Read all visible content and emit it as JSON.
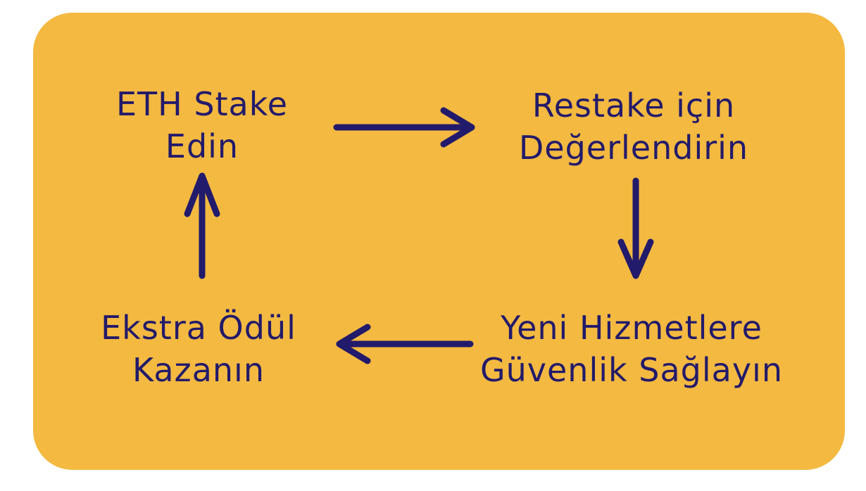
{
  "nodes": {
    "stake": {
      "line1": "ETH Stake",
      "line2": "Edin"
    },
    "restake": {
      "line1": "Restake için",
      "line2": "Değerlendirin"
    },
    "security": {
      "line1": "Yeni Hizmetlere",
      "line2": "Güvenlik Sağlayın"
    },
    "reward": {
      "line1": "Ekstra Ödül",
      "line2": "Kazanın"
    }
  },
  "colors": {
    "background": "#f3b940",
    "ink": "#221a6b"
  },
  "arrows": [
    {
      "from": "stake",
      "to": "restake",
      "direction": "right"
    },
    {
      "from": "restake",
      "to": "security",
      "direction": "down"
    },
    {
      "from": "security",
      "to": "reward",
      "direction": "left"
    },
    {
      "from": "reward",
      "to": "stake",
      "direction": "up"
    }
  ]
}
